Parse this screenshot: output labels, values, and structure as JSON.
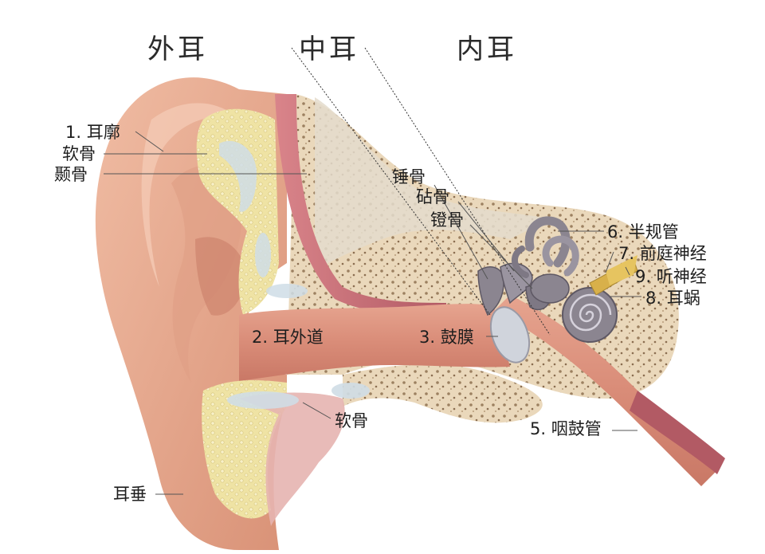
{
  "regions": {
    "outer": "外耳",
    "middle": "中耳",
    "inner": "内耳"
  },
  "labels": {
    "auricle": "1. 耳廓",
    "cartilage_top": "软骨",
    "temporal_bone": "颞骨",
    "ear_canal": "2. 耳外道",
    "eardrum": "3. 鼓膜",
    "malleus": "锤骨",
    "incus": "砧骨",
    "stapes": "镫骨",
    "semicircular_canals": "6. 半规管",
    "vestibular_nerve": "7. 前庭神经",
    "auditory_nerve": "9. 听神经",
    "cochlea": "8. 耳蜗",
    "eustachian_tube": "5. 咽鼓管",
    "cartilage_bottom": "软骨",
    "earlobe": "耳垂"
  },
  "colors": {
    "skin": "#e8a98f",
    "skin_dark": "#c9806a",
    "cartilage": "#ecdf9a",
    "bone": "#e9d6b8",
    "bone_dots": "#9c8060",
    "canal": "#d98e7a",
    "muscle": "#c46a72",
    "ossicle": "#8b8590",
    "nerve": "#d8b04a"
  }
}
